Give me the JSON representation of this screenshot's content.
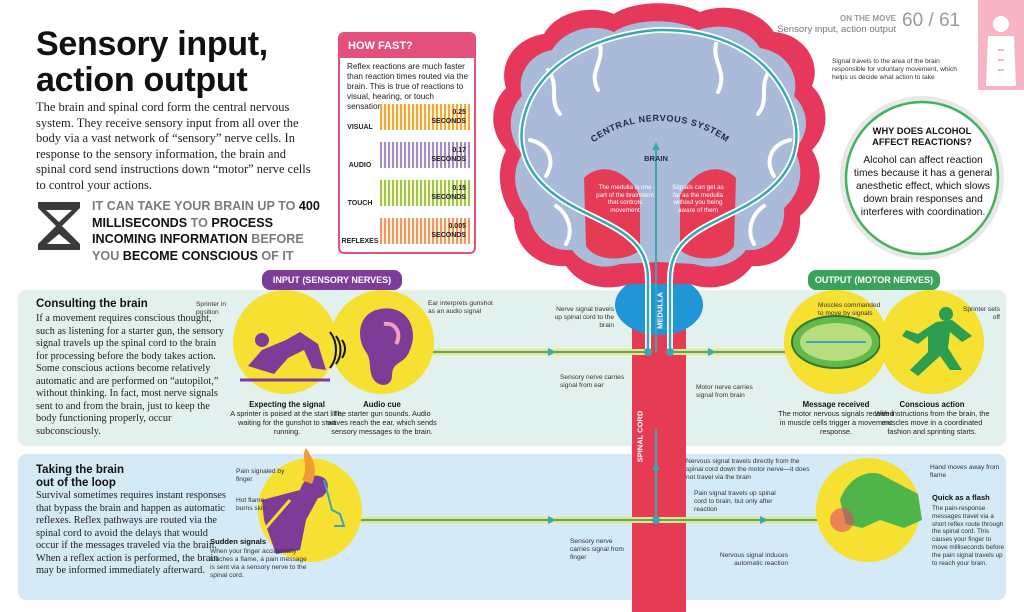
{
  "header": {
    "section": "ON THE MOVE",
    "subtitle": "Sensory input, action output",
    "page_left": "60",
    "page_sep": "/",
    "page_right": "61"
  },
  "title": {
    "line1": "Sensory input,",
    "line2": "action output"
  },
  "intro": "The brain and spinal cord form the central nervous system. They receive sensory input from all over the body via a vast network of “sensory” nerve cells. In response to the sensory information, the brain and spinal cord send instructions down “motor” nerve cells to control your actions.",
  "quote": {
    "p1": "It can take your brain up to",
    "p2": "400 milliseconds",
    "p3": "to",
    "p4": "process incoming information",
    "p5": "before you",
    "p6": "become conscious",
    "p7": "of it"
  },
  "how_fast": {
    "title": "HOW FAST?",
    "text": "Reflex reactions are much faster than reaction times routed via the brain. This is true of reactions to visual, hearing, or touch sensations.",
    "rows": [
      {
        "label": "VISUAL",
        "seconds": "0.25",
        "unit": "SECONDS",
        "color": "#f2a93b"
      },
      {
        "label": "AUDIO",
        "seconds": "0.17",
        "unit": "SECONDS",
        "color": "#9c8fd6"
      },
      {
        "label": "TOUCH",
        "seconds": "0.15",
        "unit": "SECONDS",
        "color": "#9cc84a"
      },
      {
        "label": "REFLEXES",
        "seconds": "0.005",
        "unit": "SECONDS",
        "color": "#f0956b"
      }
    ]
  },
  "brain": {
    "cns": "CENTRAL NERVOUS SYSTEM",
    "brain": "BRAIN",
    "medulla": "MEDULLA",
    "spinal": "SPINAL CORD",
    "medulla_note": "The medulla is one part of the brainstem that controls movement",
    "signals_note": "Signals can get as far as the medulla without you being aware of them",
    "top_note": "Signal travels to the area of the brain responsible for voluntary movement, which helps us decide what action to take"
  },
  "alcohol": {
    "heading": "WHY DOES ALCOHOL AFFECT REACTIONS?",
    "body": "Alcohol can affect reaction times because it has a general anesthetic effect, which slows down brain responses and interferes with coordination."
  },
  "tabs": {
    "input": "INPUT (SENSORY NERVES)",
    "output": "OUTPUT (MOTOR NERVES)"
  },
  "consulting": {
    "heading": "Consulting the brain",
    "body": "If a movement requires conscious thought, such as listening for a starter gun, the sensory signal travels up the spinal cord to the brain for processing before the body takes action. Some conscious actions become relatively automatic and are performed on “autopilot,” without thinking. In fact, most nerve signals sent to and from the brain, just to keep the body functioning properly, occur subconsciously.",
    "sprinter_pos": "Sprinter in position",
    "ear_note": "Ear interprets gunshot as an audio signal",
    "nerve_up": "Nerve signal travels up spinal cord to the brain",
    "sensory_ear": "Sensory nerve carries signal from ear",
    "motor_brain": "Motor nerve carries signal from brain",
    "muscles_cmd": "Muscles commanded to move by signals",
    "sprinter_off": "Sprinter sets off",
    "cap1_h": "Expecting the signal",
    "cap1_b": "A sprinter is poised at the start line, waiting for the gunshot to start running.",
    "cap2_h": "Audio cue",
    "cap2_b": "The starter gun sounds. Audio waves reach the ear, which sends sensory messages to the brain.",
    "cap3_h": "Message received",
    "cap3_b": "The motor nervous signals received in muscle cells trigger a movement response.",
    "cap4_h": "Conscious action",
    "cap4_b": "With instructions from the brain, the muscles move in a coordinated fashion and sprinting starts."
  },
  "loop": {
    "heading1": "Taking the brain",
    "heading2": "out of the loop",
    "body": "Survival sometimes requires instant responses that bypass the brain and happen as automatic reflexes. Reflex pathways are routed via the spinal cord to avoid the delays that would occur if the messages traveled via the brain. When a reflex action is performed, the brain may be informed immediately afterward.",
    "pain_finger": "Pain signaled by finger",
    "hot_flame": "Hot flame burns skin",
    "sudden_h": "Sudden signals",
    "sudden_b": "When your finger accidentally touches a flame, a pain message is sent via a sensory nerve to the spinal cord.",
    "sensory_finger": "Sensory nerve carries signal from finger",
    "direct": "Nervous signal travels directly from the spinal cord down the motor nerve—it does not travel via the brain",
    "pain_up": "Pain signal travels up spinal cord to brain, but only after reaction",
    "induces": "Nervous signal induces automatic reaction",
    "hand_away": "Hand moves away from flame",
    "flash_h": "Quick as a flash",
    "flash_b": "The pain-response messages travel via a short reflex route through the spinal cord. This causes your finger to move milliseconds before the pain signal travels up to reach your brain."
  }
}
